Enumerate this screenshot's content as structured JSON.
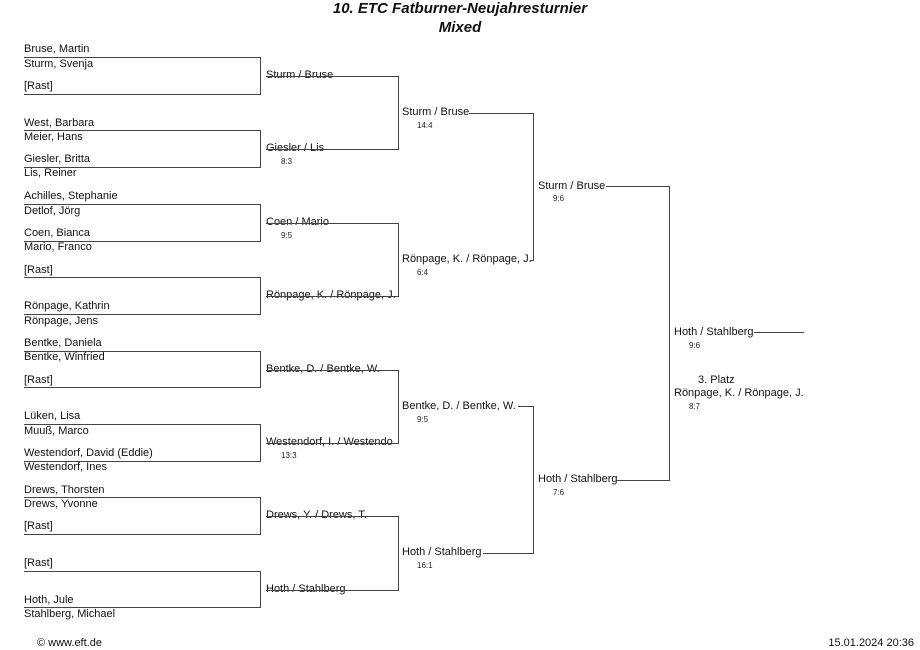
{
  "header": {
    "title": "10. ETC  Fatburner-Neujahresturnier",
    "subtitle": "Mixed"
  },
  "round1": [
    {
      "p1": "Bruse, Martin",
      "p2": "Sturm, Svenja"
    },
    {
      "p1": "[Rast]",
      "p2": ""
    },
    {
      "p1": "West, Barbara",
      "p2": "Meier, Hans"
    },
    {
      "p1": "Giesler, Britta",
      "p2": "Lis, Reiner"
    },
    {
      "p1": "Achilles, Stephanie",
      "p2": "Detlof, Jörg"
    },
    {
      "p1": "Coen, Bianca",
      "p2": "Mario, Franco"
    },
    {
      "p1": "[Rast]",
      "p2": ""
    },
    {
      "p1": "Rönpage, Kathrin",
      "p2": "Rönpage, Jens"
    },
    {
      "p1": "Bentke, Daniela",
      "p2": "Bentke, Winfried"
    },
    {
      "p1": "[Rast]",
      "p2": ""
    },
    {
      "p1": "Lüken, Lisa",
      "p2": "Muuß, Marco"
    },
    {
      "p1": "Westendorf, David (Eddie)",
      "p2": "Westendorf, Ines"
    },
    {
      "p1": "Drews, Thorsten",
      "p2": "Drews, Yvonne"
    },
    {
      "p1": "[Rast]",
      "p2": ""
    },
    {
      "p1": "[Rast]",
      "p2": ""
    },
    {
      "p1": "Hoth, Jule",
      "p2": "Stahlberg, Michael"
    }
  ],
  "round2": [
    {
      "team": "Sturm / Bruse",
      "score": ""
    },
    {
      "team": "Giesler / Lis",
      "score": "8:3"
    },
    {
      "team": "Coen / Mario",
      "score": "9:5"
    },
    {
      "team": "Rönpage, K. / Rönpage, J.",
      "score": ""
    },
    {
      "team": "Bentke, D. / Bentke, W.",
      "score": ""
    },
    {
      "team": "Westendorf, I. / Westendorf, D.",
      "score": "13:3"
    },
    {
      "team": "Drews, Y. / Drews, T.",
      "score": ""
    },
    {
      "team": "Hoth / Stahlberg",
      "score": ""
    }
  ],
  "round3": [
    {
      "team": "Sturm / Bruse",
      "score": "14:4"
    },
    {
      "team": "Rönpage, K. / Rönpage, J.",
      "score": "6:4"
    },
    {
      "team": "Bentke, D. / Bentke, W.",
      "score": "9:5"
    },
    {
      "team": "Hoth / Stahlberg",
      "score": "16:1"
    }
  ],
  "round4": [
    {
      "team": "Sturm / Bruse",
      "score": "9:6"
    },
    {
      "team": "Hoth / Stahlberg",
      "score": "7:6"
    }
  ],
  "final": {
    "team": "Hoth / Stahlberg",
    "score": "9:6"
  },
  "third_place": {
    "label": "3. Platz",
    "team": "Rönpage, K. / Rönpage, J.",
    "score": "8:7"
  },
  "footer": {
    "copyright": "© www.eft.de",
    "timestamp": "15.01.2024 20:36"
  }
}
